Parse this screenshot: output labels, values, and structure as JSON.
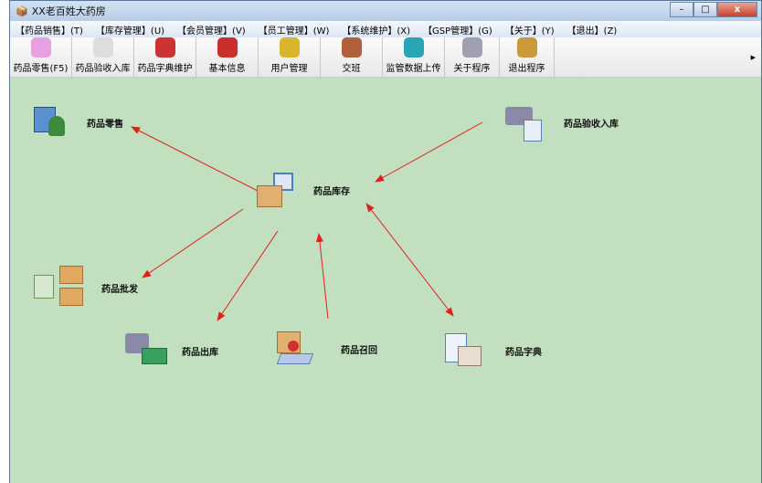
{
  "window": {
    "title": "XX老百姓大药房",
    "minimize": "–",
    "maximize": "□",
    "close": "x"
  },
  "menu": [
    "【药品销售】(T)",
    "【库存管理】(U)",
    "【会员管理】(V)",
    "【员工管理】(W)",
    "【系统维护】(X)",
    "【GSP管理】(G)",
    "【关于】(Y)",
    "【退出】(Z)"
  ],
  "toolbar": [
    {
      "label": "药品零售(F5)",
      "icon": "pill-icon",
      "color": "#e7a0e0"
    },
    {
      "label": "药品验收入库",
      "icon": "checklist-icon",
      "color": "#dddddd"
    },
    {
      "label": "药品字典维护",
      "icon": "first-aid-kit-icon",
      "color": "#cc3333"
    },
    {
      "label": "基本信息",
      "icon": "people-icon",
      "color": "#c9302c"
    },
    {
      "label": "用户管理",
      "icon": "keys-icon",
      "color": "#d9b52b"
    },
    {
      "label": "交班",
      "icon": "handshake-icon",
      "color": "#b0603a"
    },
    {
      "label": "监管数据上传",
      "icon": "upload-icon",
      "color": "#2aa5b5"
    },
    {
      "label": "关于程序",
      "icon": "question-bubble-icon",
      "color": "#a0a0b0"
    },
    {
      "label": "退出程序",
      "icon": "signpost-icon",
      "color": "#c99a3a"
    }
  ],
  "diagram": {
    "retail": "药品零售",
    "receive": "药品验收入库",
    "inventory": "药品库存",
    "wholesale": "药品批发",
    "outbound": "药品出库",
    "recall": "药品召回",
    "dictionary": "药品字典"
  },
  "colors": {
    "background": "#c2dfc0",
    "arrow": "#e0201a"
  }
}
